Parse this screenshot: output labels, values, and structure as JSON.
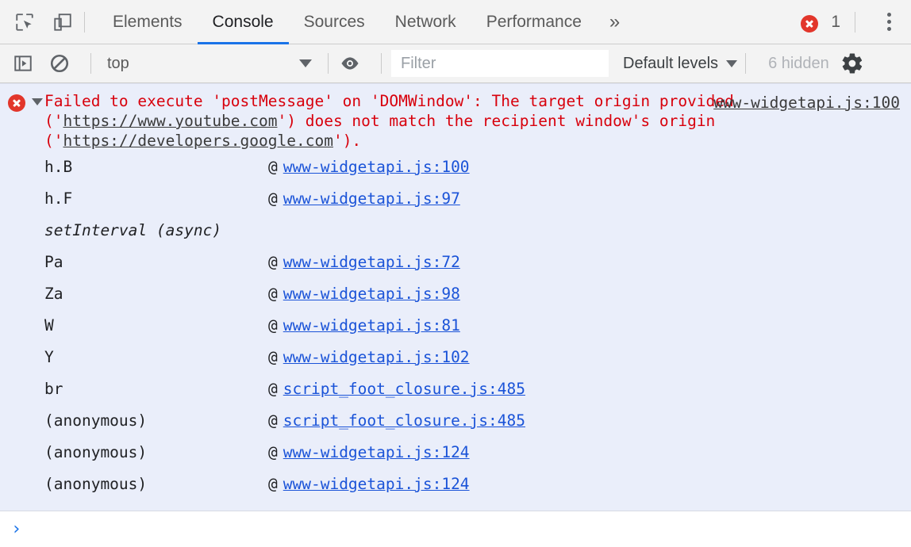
{
  "tabbar": {
    "inspect_icon": "inspect-element-icon",
    "device_icon": "device-toolbar-icon",
    "tabs": [
      {
        "label": "Elements",
        "selected": false
      },
      {
        "label": "Console",
        "selected": true
      },
      {
        "label": "Sources",
        "selected": false
      },
      {
        "label": "Network",
        "selected": false
      },
      {
        "label": "Performance",
        "selected": false
      }
    ],
    "more_label": "»",
    "error_count": "1",
    "error_badge_color": "#e2362b",
    "menu_icon": "kebab-menu-icon"
  },
  "consolebar": {
    "sidebar_toggle_icon": "console-sidebar-icon",
    "clear_icon": "clear-console-icon",
    "context": "top",
    "eye_icon": "live-expression-icon",
    "filter_placeholder": "Filter",
    "filter_value": "",
    "levels_label": "Default levels",
    "hidden_label": "6 hidden",
    "settings_icon": "gear-icon"
  },
  "console": {
    "error": {
      "icon": "error-circle-icon",
      "text_part1": "Failed to execute 'postMessage' on 'DOMWindow': The target origin provided ('",
      "url1": "https://www.youtube.com",
      "text_part2": "') does not match the recipient window's origin ('",
      "url2": "https://developers.google.com",
      "text_part3": "').",
      "source_link": "www-widgetapi.js:100",
      "text_color": "#d8000c",
      "background": "#eaeefa"
    },
    "stack": [
      {
        "fn": "h.B",
        "at": "@",
        "link": "www-widgetapi.js:100",
        "async": false
      },
      {
        "fn": "h.F",
        "at": "@",
        "link": "www-widgetapi.js:97",
        "async": false
      },
      {
        "fn": "setInterval (async)",
        "at": "",
        "link": "",
        "async": true
      },
      {
        "fn": "Pa",
        "at": "@",
        "link": "www-widgetapi.js:72",
        "async": false
      },
      {
        "fn": "Za",
        "at": "@",
        "link": "www-widgetapi.js:98",
        "async": false
      },
      {
        "fn": "W",
        "at": "@",
        "link": "www-widgetapi.js:81",
        "async": false
      },
      {
        "fn": "Y",
        "at": "@",
        "link": "www-widgetapi.js:102",
        "async": false
      },
      {
        "fn": "br",
        "at": "@",
        "link": "script_foot_closure.js:485",
        "async": false
      },
      {
        "fn": "(anonymous)",
        "at": "@",
        "link": "script_foot_closure.js:485",
        "async": false
      },
      {
        "fn": "(anonymous)",
        "at": "@",
        "link": "www-widgetapi.js:124",
        "async": false
      },
      {
        "fn": "(anonymous)",
        "at": "@",
        "link": "www-widgetapi.js:124",
        "async": false
      }
    ]
  },
  "prompt": {
    "chevron": "›",
    "value": "",
    "chevron_color": "#1a73e8"
  }
}
